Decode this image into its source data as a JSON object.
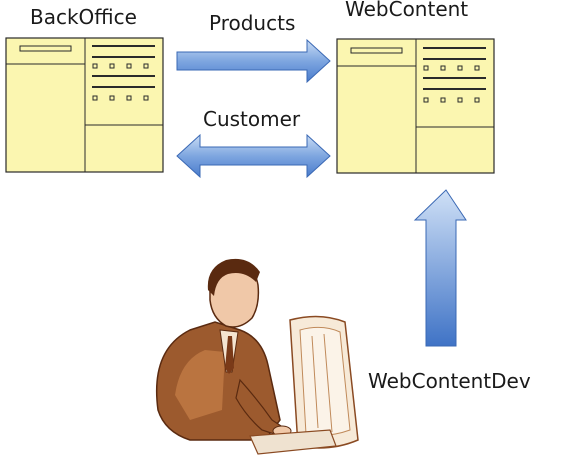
{
  "labels": {
    "backoffice": "BackOffice",
    "webcontent": "WebContent",
    "products": "Products",
    "customer": "Customer",
    "webcontentdev": "WebContentDev"
  },
  "colors": {
    "box_fill": "#fbf6b0",
    "box_stroke": "#2a2a2a",
    "arrow_light": "#b9d1f0",
    "arrow_dark": "#4a7ccc",
    "arrow_stroke": "#3a68b4",
    "figure_brown": "#8a4a22",
    "figure_skin": "#f0c8a8"
  },
  "icons": {
    "backoffice_box": "database-window-icon",
    "webcontent_box": "database-window-icon",
    "developer": "person-at-computer-clipart"
  }
}
